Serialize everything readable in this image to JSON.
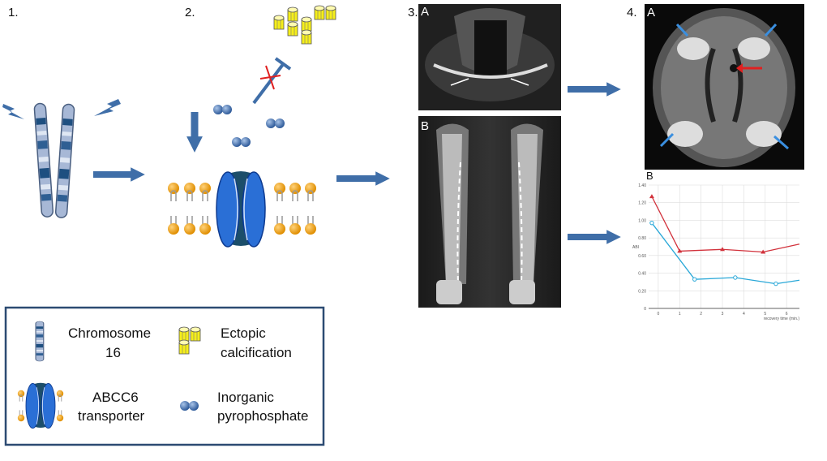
{
  "steps": {
    "s1": "1.",
    "s2": "2.",
    "s3": "3.",
    "s4": "4."
  },
  "panels": {
    "ct_a": "A",
    "ct_b": "B",
    "mri_a": "A",
    "chart_b": "B"
  },
  "legend": {
    "chromosome": [
      "Chromosome",
      "16"
    ],
    "calcification": [
      "Ectopic",
      "calcification"
    ],
    "transporter": [
      "ABCC6",
      "transporter"
    ],
    "pyrophosphate": [
      "Inorganic",
      "pyrophosphate"
    ]
  },
  "colors": {
    "arrow": "#3f6ea8",
    "lipid_head": "#f0a010",
    "transporter": "#2a6fd6",
    "crystal": "#f5ee1a",
    "inhibition_cross": "#e02020",
    "series_red": "#d2323c",
    "series_blue": "#2aa8d8",
    "legend_border": "#2c4b72"
  },
  "chart_data": {
    "type": "line",
    "xlabel": "recovery time (min.)",
    "ylabel": "ABI",
    "xlim": [
      -0.45,
      6.6
    ],
    "ylim": [
      0,
      1.4
    ],
    "xticks": [
      "0",
      "1",
      "2",
      "3",
      "4",
      "5",
      "6"
    ],
    "yticks": [
      "0",
      "0.20",
      "0.40",
      "0.60",
      "0.80",
      "1.00",
      "1.20",
      "1.40"
    ],
    "grid": true,
    "series": [
      {
        "marker": "triangle",
        "color": "#d2323c",
        "points": [
          [
            -0.3,
            1.27
          ],
          [
            1,
            0.65
          ],
          [
            3,
            0.67
          ],
          [
            4.9,
            0.64
          ],
          [
            6.6,
            0.73
          ]
        ]
      },
      {
        "marker": "circle",
        "color": "#2aa8d8",
        "points": [
          [
            -0.3,
            0.97
          ],
          [
            1.7,
            0.33
          ],
          [
            3.6,
            0.35
          ],
          [
            5.5,
            0.28
          ],
          [
            6.6,
            0.32
          ]
        ]
      }
    ]
  }
}
